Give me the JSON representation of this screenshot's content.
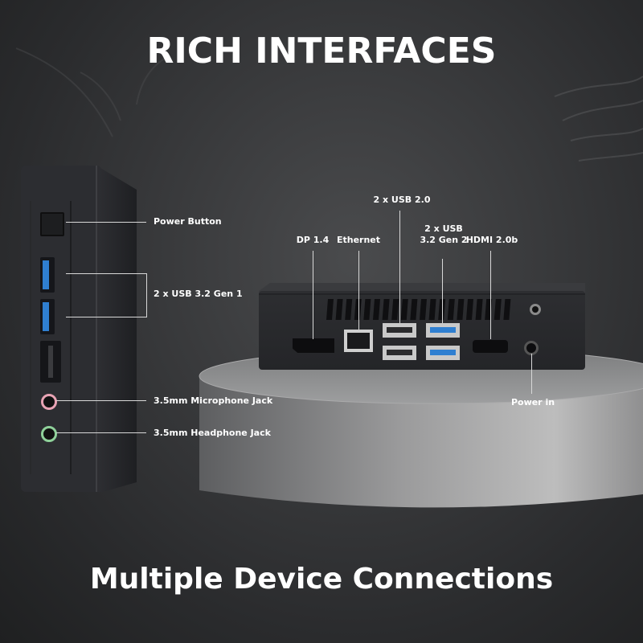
{
  "header": {
    "title": "RICH INTERFACES"
  },
  "footer": {
    "subtitle": "Multiple Device Connections"
  },
  "front_panel": {
    "power_button": "Power Button",
    "usb_32_gen1": "2 x USB 3.2 Gen 1",
    "mic_jack": "3.5mm Microphone Jack",
    "headphone_jack": "3.5mm Headphone Jack"
  },
  "rear_panel": {
    "dp": "DP 1.4",
    "ethernet": "Ethernet",
    "usb_20": "2 x USB 2.0",
    "usb_32_gen2_line1": "2 x USB",
    "usb_32_gen2_line2": "3.2 Gen 2",
    "hdmi": "HDMI 2.0b",
    "power_in": "Power in"
  },
  "colors": {
    "usb3_blue": "#2f7fd1",
    "mic_pink": "#e8a3b4",
    "headphone_green": "#8fd19a",
    "device_body": "#2a2b2e",
    "pedestal": "#8e8e8e"
  }
}
